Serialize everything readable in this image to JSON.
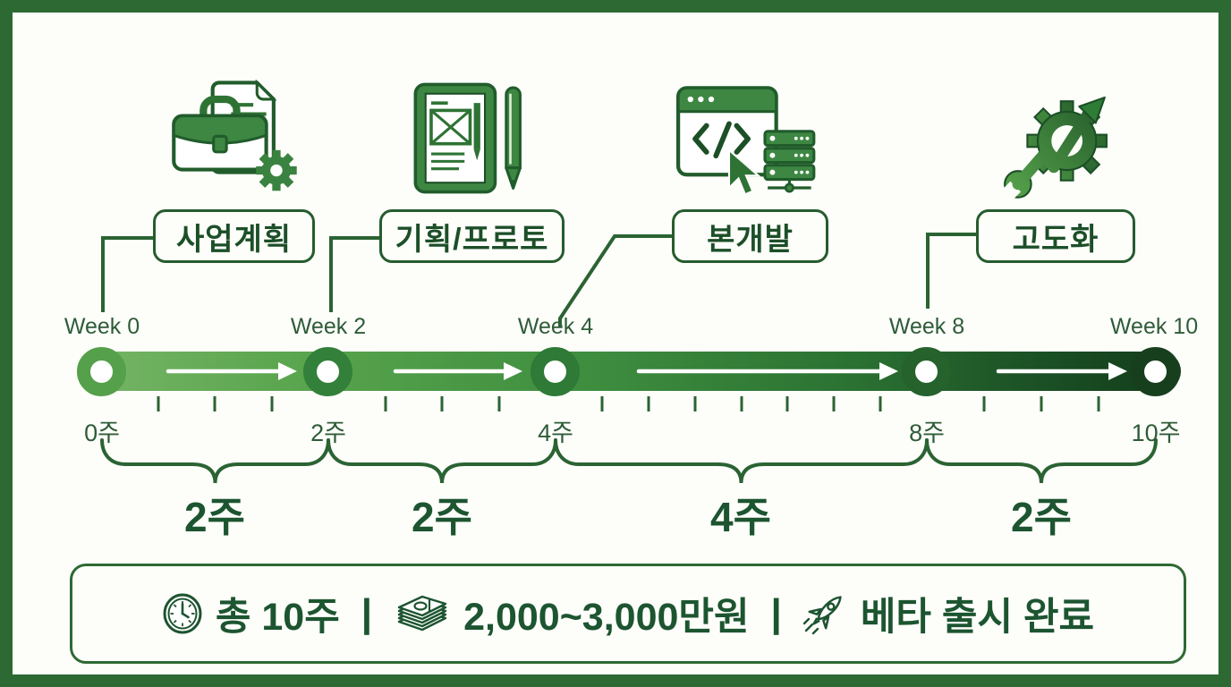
{
  "colors": {
    "frame_green": "#2d6a33",
    "bar_gradient_start": "#76b566",
    "bar_gradient_end": "#123c19",
    "text_dark_green": "#1c5530",
    "text_medium_green": "#2e5c38",
    "icon_fill_green": "#3e8743",
    "icon_outline_green": "#215c2b",
    "arrow_white": "#ffffff"
  },
  "phases": [
    {
      "label": "사업계획",
      "icon": "briefcase-document-gear-icon"
    },
    {
      "label": "기획/프로토",
      "icon": "tablet-wireframe-pencil-icon"
    },
    {
      "label": "본개발",
      "icon": "browser-code-server-icon"
    },
    {
      "label": "고도화",
      "icon": "gear-growth-arrow-wrench-icon"
    }
  ],
  "timeline": {
    "markers": [
      {
        "week": "Week 0",
        "tick": "0주"
      },
      {
        "week": "Week 2",
        "tick": "2주"
      },
      {
        "week": "Week 4",
        "tick": "4주"
      },
      {
        "week": "Week 8",
        "tick": "8주"
      },
      {
        "week": "Week 10",
        "tick": "10주"
      }
    ],
    "durations": [
      "2주",
      "2주",
      "4주",
      "2주"
    ]
  },
  "summary": {
    "icons": [
      "clock-icon",
      "banknotes-icon",
      "rocket-icon"
    ],
    "total": "총 10주",
    "cost": "2,000~3,000만원",
    "milestone": "베타 출시 완료",
    "separator": "|"
  }
}
